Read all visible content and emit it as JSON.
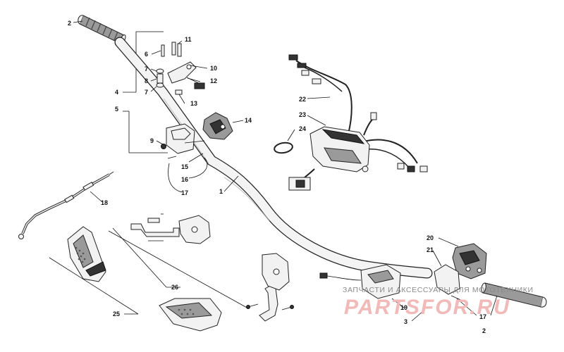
{
  "diagram": {
    "callouts": {
      "p1": "1",
      "p2a": "2",
      "p2b": "2",
      "p3": "3",
      "p4": "4",
      "p5": "5",
      "p6": "6",
      "p7a": "7",
      "p7b": "7",
      "p8": "8",
      "p9": "9",
      "p10": "10",
      "p11": "11",
      "p12": "12",
      "p13": "13",
      "p14": "14",
      "p15": "15",
      "p16": "16",
      "p17a": "17",
      "p17b": "17",
      "p18": "18",
      "p19": "19",
      "p20": "20",
      "p21": "21",
      "p22": "22",
      "p23": "23",
      "p24": "24",
      "p25": "25",
      "p26": "26"
    },
    "watermark": {
      "line1": "ЗАПЧАСТИ И АКСЕССУАРЫ ДЛЯ МОТОТЕХНИКИ",
      "line2": "PARTSFOR.RU"
    }
  }
}
